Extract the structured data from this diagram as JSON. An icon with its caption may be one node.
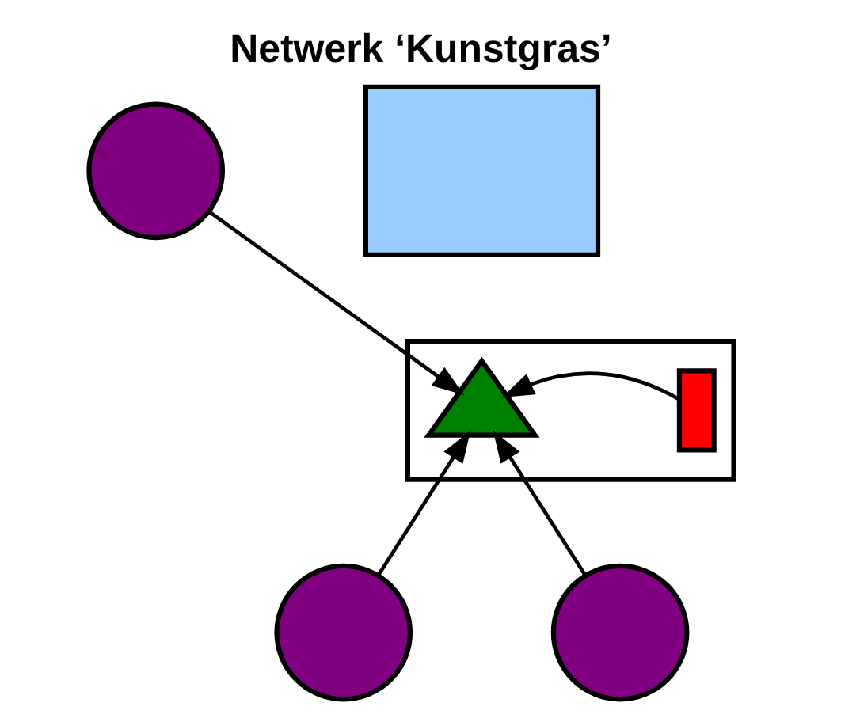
{
  "diagram": {
    "title": "Netwerk ‘Kunstgras’",
    "nodes": [
      {
        "text": [],
        "shape": "circle"
      },
      {
        "text": [],
        "shape": "box"
      },
      {
        "text": [],
        "shape": "box"
      },
      {
        "text": [],
        "shape": "triangle",
        "in": 2
      },
      {
        "text": [],
        "shape": "bar",
        "in": 2
      },
      {
        "text": [],
        "shape": "circle"
      },
      {
        "text": [],
        "shape": "circle"
      }
    ],
    "edges": [
      {
        "from": 0,
        "to": 3,
        "arrow": "to"
      },
      {
        "from": 4,
        "to": 3,
        "arrow": "to"
      },
      {
        "from": 5,
        "to": 3,
        "arrow": "to"
      },
      {
        "from": 6,
        "to": 3,
        "arrow": "to"
      }
    ]
  }
}
